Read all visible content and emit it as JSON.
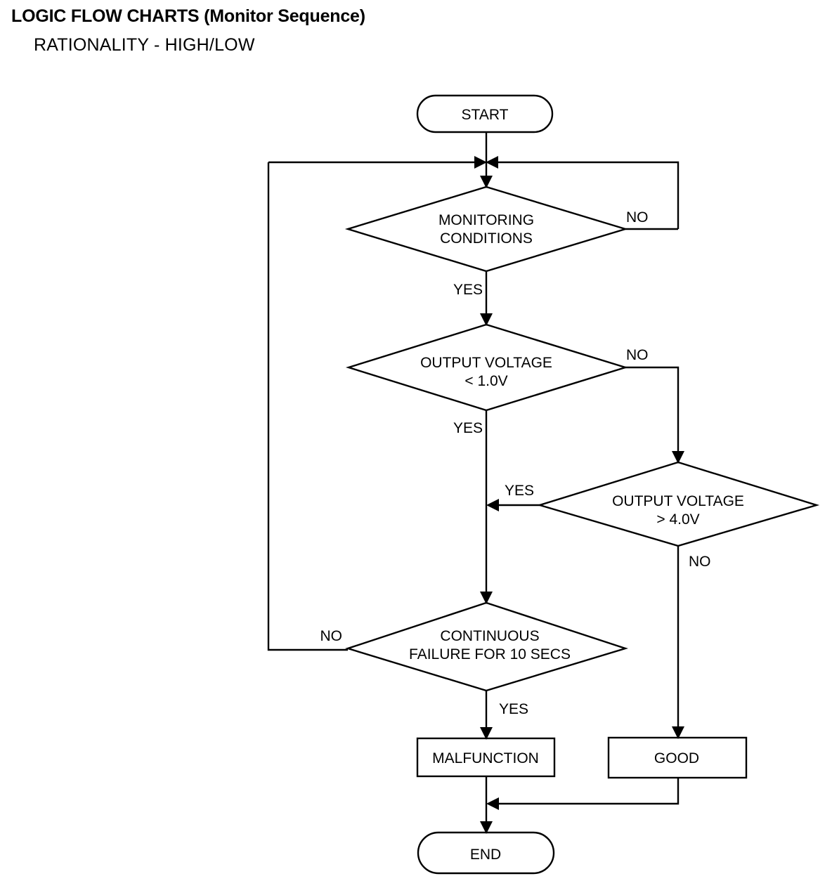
{
  "headings": {
    "title": "LOGIC FLOW CHARTS (Monitor Sequence)",
    "subtitle": "RATIONALITY - HIGH/LOW"
  },
  "chart_data": {
    "type": "flowchart",
    "title": "LOGIC FLOW CHARTS (Monitor Sequence)",
    "subtitle": "RATIONALITY - HIGH/LOW",
    "nodes": [
      {
        "id": "start",
        "shape": "terminator",
        "label": "START"
      },
      {
        "id": "monitoring",
        "shape": "decision",
        "line1": "MONITORING",
        "line2": "CONDITIONS"
      },
      {
        "id": "low",
        "shape": "decision",
        "line1": "OUTPUT VOLTAGE",
        "line2": "< 1.0V"
      },
      {
        "id": "high",
        "shape": "decision",
        "line1": "OUTPUT VOLTAGE",
        "line2": "> 4.0V"
      },
      {
        "id": "continuous",
        "shape": "decision",
        "line1": "CONTINUOUS",
        "line2": "FAILURE FOR 10 SECS"
      },
      {
        "id": "malfunction",
        "shape": "process",
        "label": "MALFUNCTION"
      },
      {
        "id": "good",
        "shape": "process",
        "label": "GOOD"
      },
      {
        "id": "end",
        "shape": "terminator",
        "label": "END"
      }
    ],
    "edges": [
      {
        "from": "start",
        "to": "monitoring",
        "label": ""
      },
      {
        "from": "monitoring",
        "to": "monitoring",
        "label": "NO"
      },
      {
        "from": "monitoring",
        "to": "low",
        "label": "YES"
      },
      {
        "from": "low",
        "to": "continuous",
        "label": "YES"
      },
      {
        "from": "low",
        "to": "high",
        "label": "NO"
      },
      {
        "from": "high",
        "to": "continuous",
        "label": "YES"
      },
      {
        "from": "high",
        "to": "good",
        "label": "NO"
      },
      {
        "from": "continuous",
        "to": "monitoring",
        "label": "NO"
      },
      {
        "from": "continuous",
        "to": "malfunction",
        "label": "YES"
      },
      {
        "from": "malfunction",
        "to": "end",
        "label": ""
      },
      {
        "from": "good",
        "to": "end",
        "label": ""
      }
    ],
    "edge_labels": {
      "monitoring_no": "NO",
      "monitoring_yes": "YES",
      "low_no": "NO",
      "low_yes": "YES",
      "high_yes": "YES",
      "high_no": "NO",
      "continuous_no": "NO",
      "continuous_yes": "YES"
    },
    "colors": {
      "stroke": "#000000",
      "background": "#ffffff",
      "text": "#000000"
    }
  }
}
